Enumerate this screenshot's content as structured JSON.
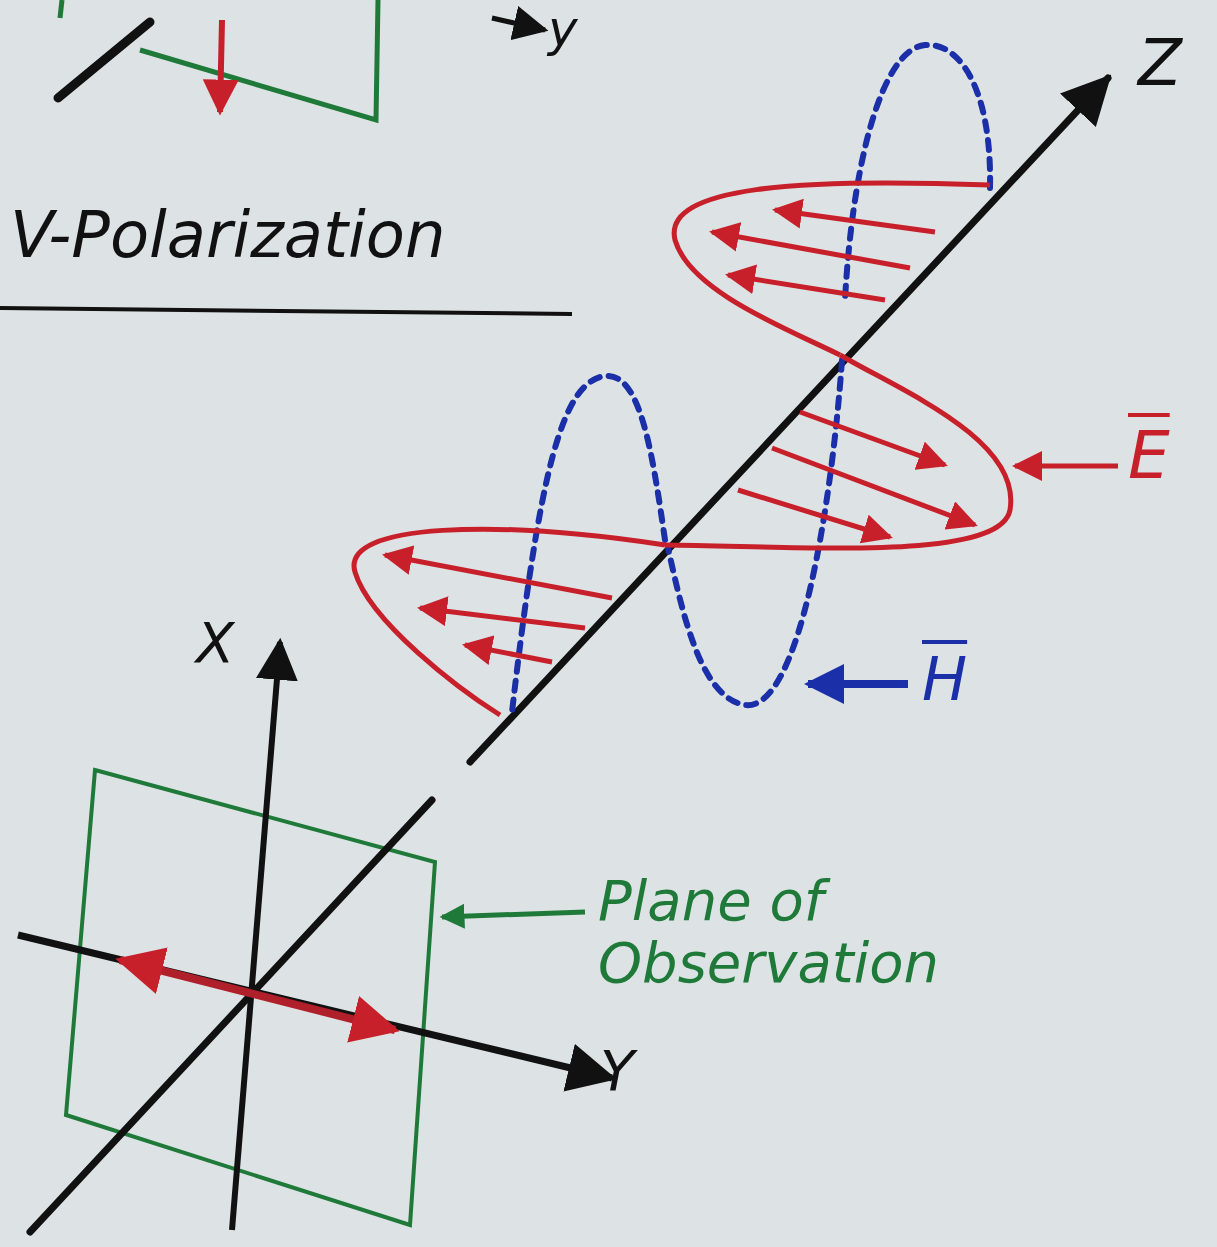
{
  "diagram": {
    "title": "V-Polarization",
    "labels": [
      "y",
      "Z",
      "E",
      "H",
      "X",
      "Y",
      "Plane of Observation"
    ]
  }
}
